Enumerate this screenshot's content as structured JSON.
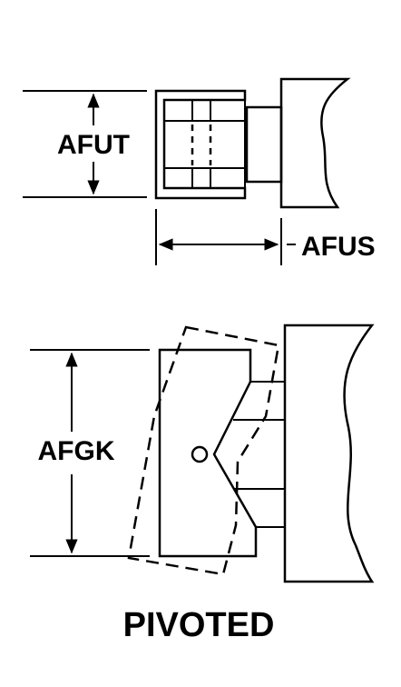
{
  "top_view": {
    "height_label": "AFUT",
    "length_label": "AFUS"
  },
  "bottom_view": {
    "height_label": "AFGK",
    "caption": "PIVOTED"
  }
}
